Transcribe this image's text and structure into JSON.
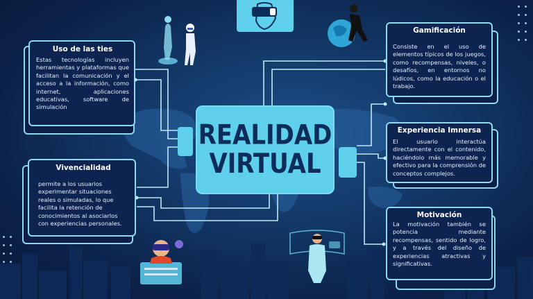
{
  "center": {
    "title_line1": "REALIDAD",
    "title_line2": "VIRTUAL"
  },
  "cards": {
    "uso": {
      "title": "Uso de las ties",
      "text": "Estas tecnologías incluyen herramientas y plataformas que facilitan la comunicación y el acceso a la información, como internet, aplicaciones educativas, software de simulación"
    },
    "vivencialidad": {
      "title": "Vivencialidad",
      "text": "permite a los usuarios experimentar situaciones reales o simuladas, lo que facilita la retención de conocimientos al asociarlos con experiencias personales."
    },
    "gamificacion": {
      "title": "Gamificación",
      "text": "Consiste en el uso de elementos típicos de los juegos, como recompensas, niveles, o desafíos, en entornos no lúdicos, como la educación o el trabajo."
    },
    "experiencia": {
      "title": "Experiencia Imnersa",
      "text": "El usuario interactúa directamente con el contenido, haciéndolo más memorable y efectivo para la comprensión de conceptos complejos."
    },
    "motivacion": {
      "title": "Motivación",
      "text": "La motivación también se potencia mediante recompensas, sentido de logro, y a través del diseño de experiencias atractivas y significativas."
    }
  },
  "colors": {
    "background": "#0b2148",
    "accent": "#5fd0ec",
    "card_border": "#8fd8ee",
    "title_text": "#0c2d5a"
  },
  "icons": [
    "vr-headset-icon",
    "hologram-figure-icon",
    "vr-runner-globe-icon",
    "vr-child-icon",
    "vr-woman-icon",
    "city-skyline",
    "world-map"
  ]
}
